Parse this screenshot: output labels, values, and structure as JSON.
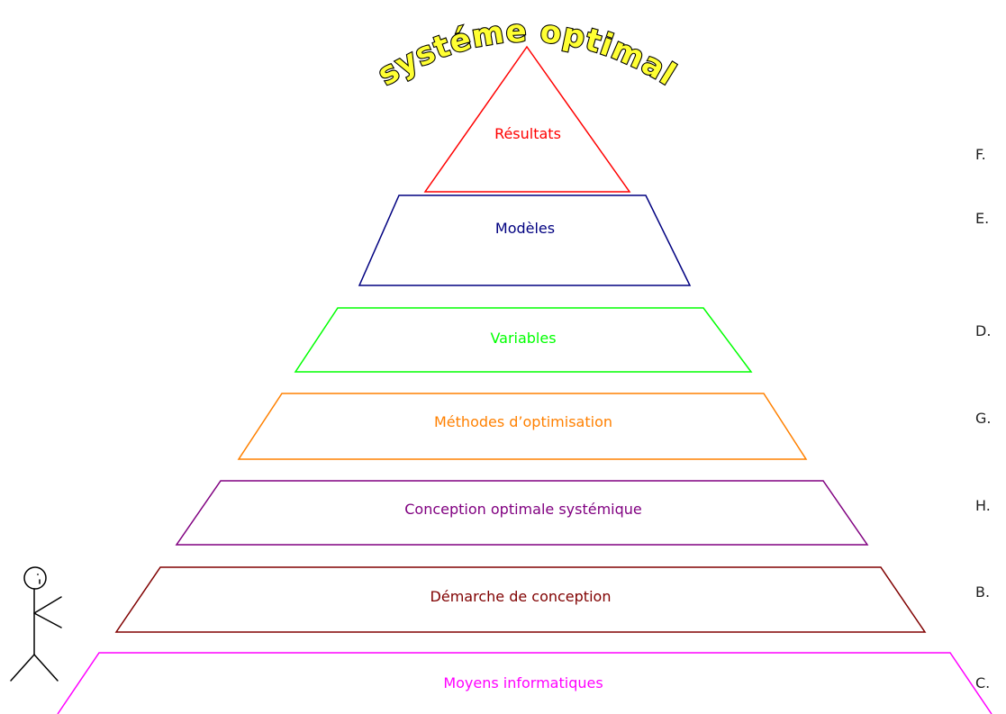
{
  "title": "systéme optimal",
  "layers": [
    {
      "label": "Résultats",
      "color": "#ff0000",
      "side_label": "F."
    },
    {
      "label": "Modèles",
      "color": "#000080",
      "side_label": "E."
    },
    {
      "label": "Variables",
      "color": "#00ff00",
      "side_label": "D."
    },
    {
      "label": "Méthodes d’optimisation",
      "color": "#ff8000",
      "side_label": "G."
    },
    {
      "label": "Conception optimale systémique",
      "color": "#800080",
      "side_label": "H."
    },
    {
      "label": "Démarche de conception",
      "color": "#800000",
      "side_label": "B."
    },
    {
      "label": "Moyens informatiques",
      "color": "#ff00ff",
      "side_label": "C."
    }
  ]
}
